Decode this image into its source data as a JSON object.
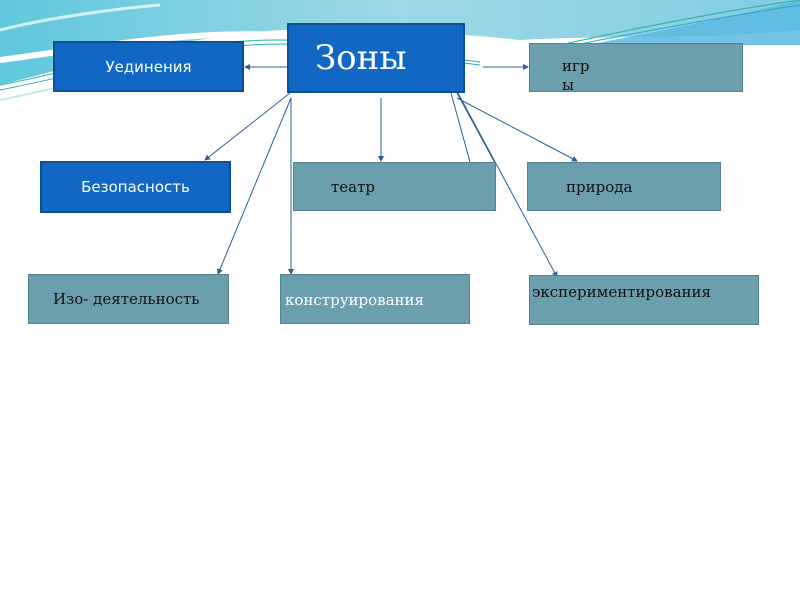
{
  "diagram": {
    "central": {
      "label": "Зоны"
    },
    "zones": [
      {
        "id": "uedinenia",
        "label": "Уединения",
        "style": "blue"
      },
      {
        "id": "igry",
        "label": "игр\nы",
        "style": "teal"
      },
      {
        "id": "bezopasnost",
        "label": "Безопасность",
        "style": "blue"
      },
      {
        "id": "teatr",
        "label": "театр",
        "style": "teal"
      },
      {
        "id": "priroda",
        "label": "природа",
        "style": "teal"
      },
      {
        "id": "izo",
        "label": "Изо- деятельность",
        "style": "teal"
      },
      {
        "id": "konstr",
        "label": "конструирования",
        "style": "teal"
      },
      {
        "id": "eksper",
        "label": "экспериментирования",
        "style": "teal"
      }
    ]
  },
  "colors": {
    "blue_fill": "#1168c4",
    "teal_fill": "#6c9fad",
    "arrow": "#2e5f99"
  }
}
